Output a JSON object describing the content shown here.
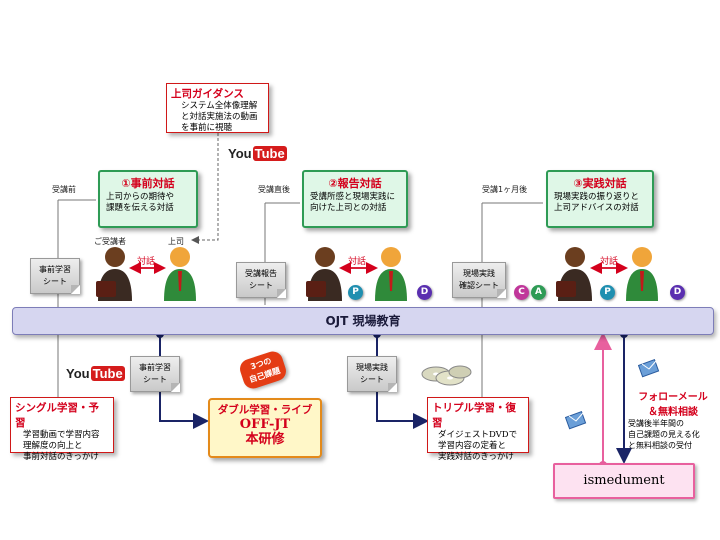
{
  "guidance": {
    "title": "上司ガイダンス",
    "line1": "システム全体像理解",
    "line2": "と対話実施法の動画",
    "line3": "を事前に視聴"
  },
  "youtube": {
    "you": "You",
    "tube": "Tube"
  },
  "phases": [
    {
      "timing": "受講前",
      "title": "①事前対話",
      "line1": "上司からの期待や",
      "line2": "課題を伝える対話"
    },
    {
      "timing": "受講直後",
      "title": "②報告対話",
      "line1": "受講所感と現場実践に",
      "line2": "向けた上司との対話"
    },
    {
      "timing": "受講1ヶ月後",
      "title": "③実践対話",
      "line1": "現場実践の振り返りと",
      "line2": "上司アドバイスの対話"
    }
  ],
  "roles": {
    "trainee": "ご受講者",
    "boss": "上司"
  },
  "taiwa": "対話",
  "sheets_top": [
    {
      "line1": "事前学習",
      "line2": "シート"
    },
    {
      "line1": "受講報告",
      "line2": "シート"
    },
    {
      "line1": "現場実践",
      "line2": "確認シート"
    }
  ],
  "sheets_bottom": [
    {
      "line1": "事前学習",
      "line2": "シート"
    },
    {
      "line1": "現場実践",
      "line2": "シート"
    }
  ],
  "badges": {
    "p": "P",
    "d": "D",
    "c": "C",
    "a": "A"
  },
  "bar_label": "OJT 現場教育",
  "single": {
    "title": "シングル学習・予習",
    "line1": "学習動画で学習内容",
    "line2": "理解度の向上と",
    "line3": "事前対話のきっかけ"
  },
  "double": {
    "title": "ダブル学習・ライブ",
    "line1": "OFF-JT",
    "line2": "本研修"
  },
  "kadai": {
    "line1": "3つの",
    "line2": "自己課題"
  },
  "triple": {
    "title": "トリプル学習・復習",
    "line1": "ダイジェストDVDで",
    "line2": "学習内容の定着と",
    "line3": "実践対話のきっかけ"
  },
  "follow": {
    "title1": "フォローメール",
    "title2": "＆無料相談",
    "line1": "受講後半年間の",
    "line2": "自己課題の見える化",
    "line3": "と無料相談の受付"
  },
  "ismedument": "ismedument",
  "colors": {
    "red": "#d4001c",
    "green_border": "#2e9b55",
    "bar": "#d6d6f0",
    "navy": "#1a2466",
    "pink": "#e8609e",
    "badge_p": "#1f8fb0",
    "badge_d": "#5a2fb0",
    "badge_c": "#c0369a",
    "badge_a": "#2e9b55"
  }
}
